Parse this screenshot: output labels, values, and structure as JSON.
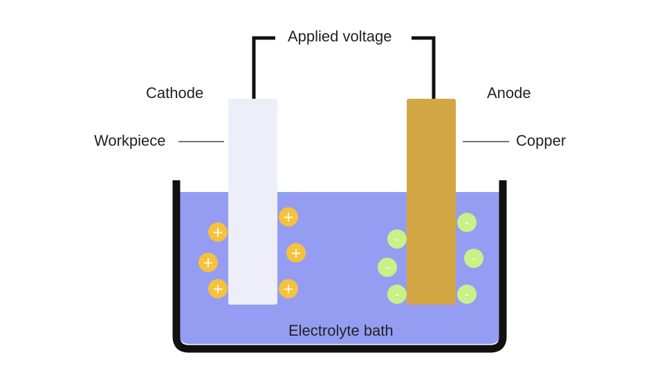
{
  "labels": {
    "applied_voltage": "Applied voltage",
    "cathode": "Cathode",
    "anode": "Anode",
    "workpiece": "Workpiece",
    "copper": "Copper",
    "electrolyte_bath": "Electrolyte bath"
  },
  "ions": {
    "positive_symbol": "+",
    "negative_symbol": "-",
    "positive_count": 6,
    "negative_count": 6
  },
  "colors": {
    "electrolyte": "#959df2",
    "tank": "#111111",
    "workpiece": "#eeeef8",
    "copper": "#d3a844",
    "positive_ion": "#f7c23b",
    "negative_ion": "#c8f287",
    "wire": "#111111",
    "leader_line": "#222222"
  }
}
